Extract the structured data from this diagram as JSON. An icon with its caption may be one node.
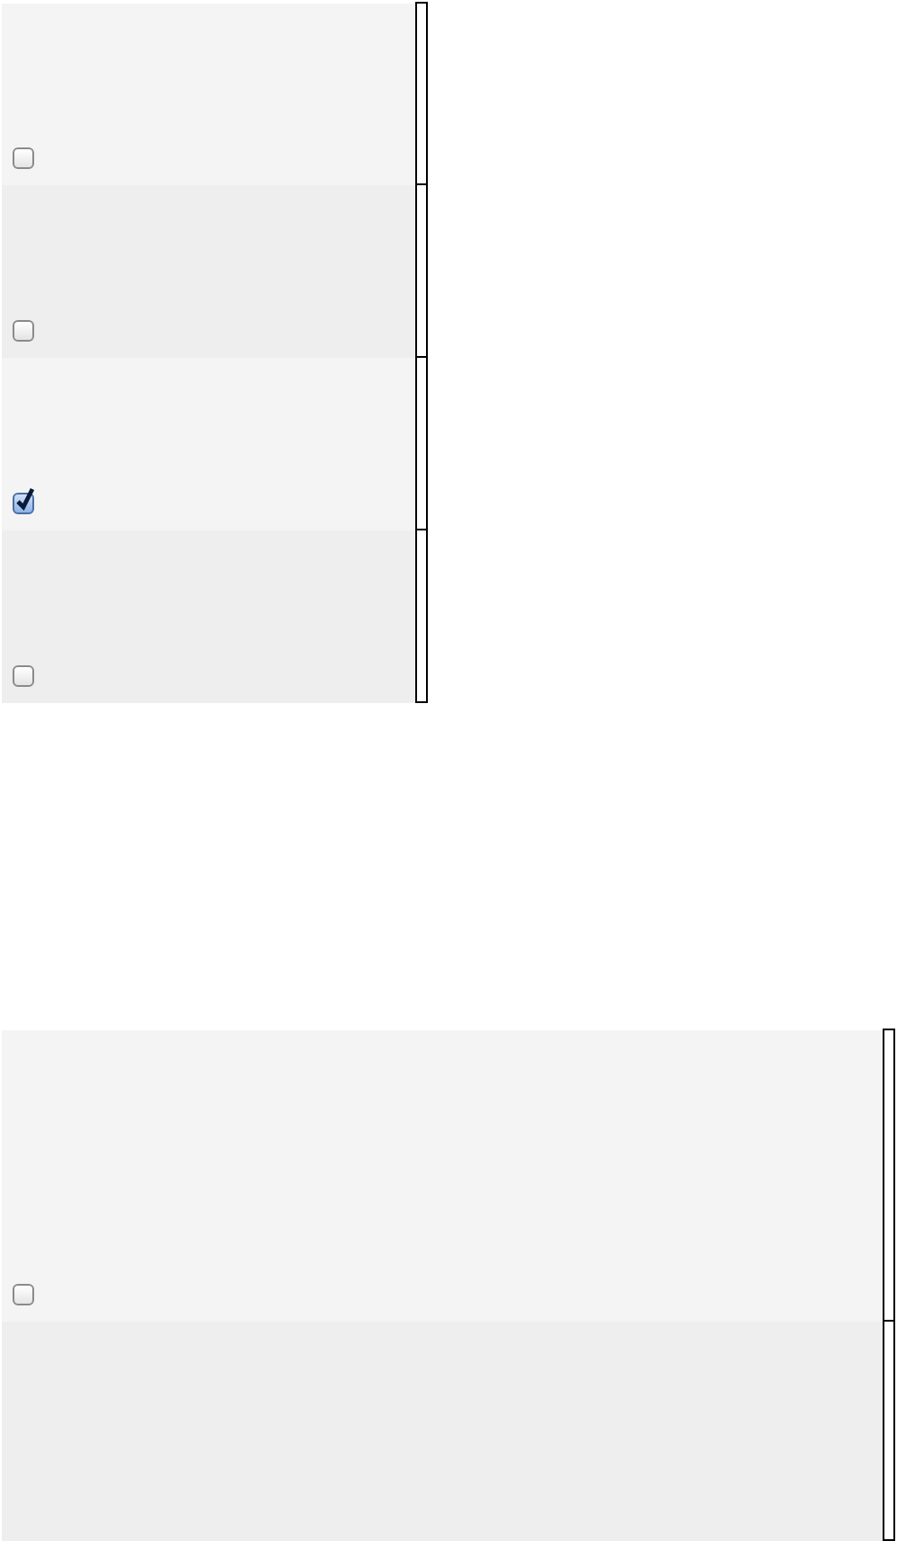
{
  "diagram": {
    "nodes": [
      {
        "text": [],
        "shape": "box"
      },
      {
        "text": [],
        "shape": "checkbox",
        "in": 0
      },
      {
        "text": [],
        "shape": "box"
      },
      {
        "text": [],
        "shape": "checkbox",
        "in": 2
      },
      {
        "text": [],
        "shape": "box"
      },
      {
        "text": [],
        "shape": "checkmark",
        "in": 4
      },
      {
        "text": [],
        "shape": "box"
      },
      {
        "text": [],
        "shape": "checkbox",
        "in": 6
      },
      {
        "text": [],
        "shape": "box"
      },
      {
        "text": [],
        "shape": "checkbox",
        "in": 8
      },
      {
        "text": [],
        "shape": "box"
      }
    ]
  }
}
